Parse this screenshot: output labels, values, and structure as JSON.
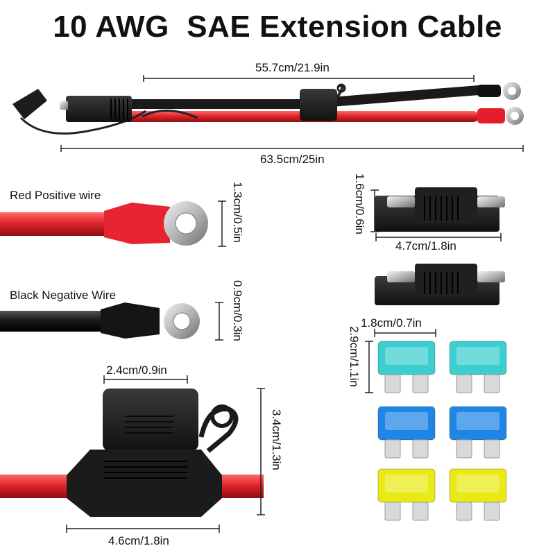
{
  "title": "10 AWG  SAE Extension Cable",
  "overall": {
    "branch_length": "55.7cm/21.9in",
    "total_length": "63.5cm/25in"
  },
  "ring_terminals": {
    "red_label": "Red Positive wire",
    "red_dim": "1.3cm/0.5in",
    "black_label": "Black Negative Wire",
    "black_dim": "0.9cm/0.3in"
  },
  "fuse_holder": {
    "width_top": "2.4cm/0.9in",
    "height": "3.4cm/1.3in",
    "width_bottom": "4.6cm/1.8in"
  },
  "sae_connector": {
    "height": "1.6cm/0.6in",
    "width": "4.7cm/1.8in"
  },
  "blade_fuses": {
    "width": "1.8cm/0.7in",
    "height": "2.9cm/1.1in",
    "colors": [
      "#3ccfcf",
      "#3ccfcf",
      "#1f86e6",
      "#1f86e6",
      "#e9e915",
      "#e9e915"
    ]
  },
  "colors": {
    "red_wire": "#e0262c",
    "black_wire": "#1a1a1a",
    "text": "#111111"
  }
}
